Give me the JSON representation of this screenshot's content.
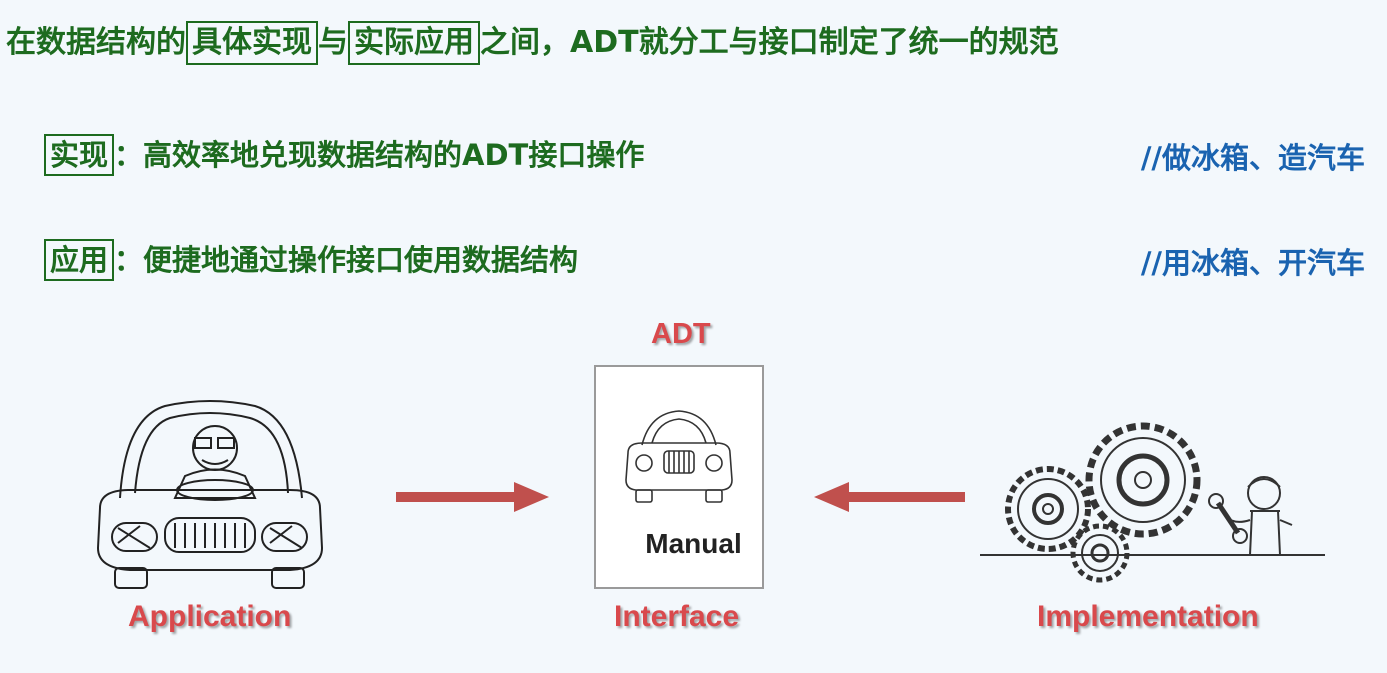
{
  "headline": {
    "prefix": "在数据结构的",
    "boxed_1": "具体实现",
    "mid": "与",
    "boxed_2": "实际应用",
    "suffix": "之间，ADT就分工与接口制定了统一的规范"
  },
  "rows": [
    {
      "boxed": "实现",
      "text": "：高效率地兑现数据结构的ADT接口操作",
      "comment": "//做冰箱、造汽车"
    },
    {
      "boxed": "应用",
      "text": "：便捷地通过操作接口使用数据结构",
      "comment": "//用冰箱、开汽车"
    }
  ],
  "diagram": {
    "adt_label": "ADT",
    "manual_text": "Manual",
    "application_label": "Application",
    "interface_label": "Interface",
    "implementation_label": "Implementation",
    "colors": {
      "green": "#1d6b1f",
      "blue": "#1a63b0",
      "red": "#d9494c",
      "arrow": "#c0504d"
    }
  }
}
